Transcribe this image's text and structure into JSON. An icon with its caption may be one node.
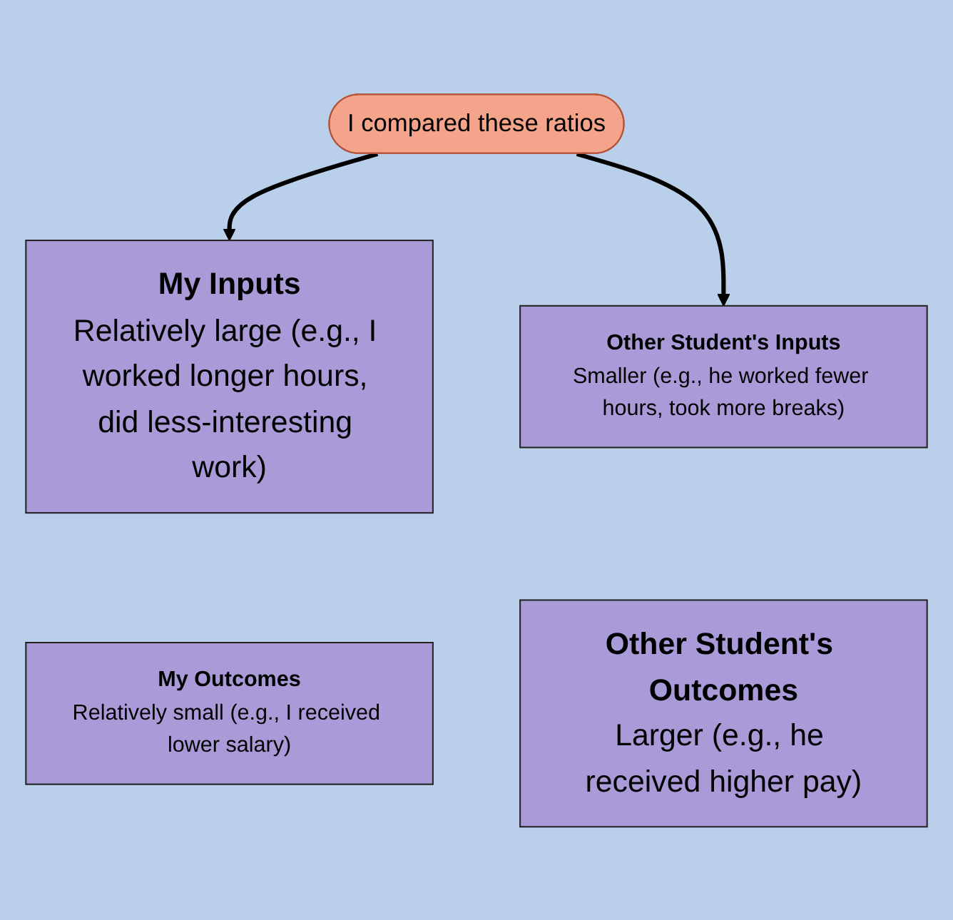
{
  "diagram": {
    "nodes": [
      {
        "text": [
          "I compared these ratios"
        ]
      },
      {
        "text": [
          "My Inputs",
          "Relatively large (e.g., I worked longer hours, did less-interesting work)"
        ]
      },
      {
        "text": [
          "Other Student's Inputs",
          "Smaller (e.g., he worked fewer hours, took more breaks)"
        ]
      },
      {
        "text": [
          "My Outcomes",
          "Relatively small (e.g., I received lower salary)"
        ]
      },
      {
        "text": [
          "Other Student's Outcomes",
          "Larger (e.g., he received higher pay)"
        ]
      }
    ],
    "edges": [
      {
        "from": 0,
        "to": 1,
        "arrow": "to"
      },
      {
        "from": 0,
        "to": 2,
        "arrow": "to"
      }
    ]
  }
}
